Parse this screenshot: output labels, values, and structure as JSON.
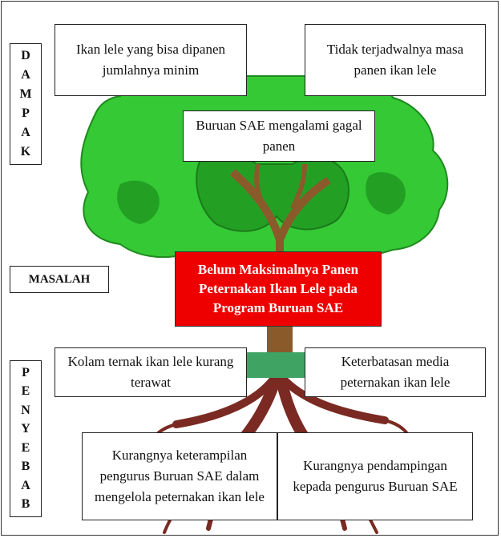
{
  "colors": {
    "leaf_light": "#35c935",
    "leaf_dark": "#23a023",
    "trunk": "#8a5a2b",
    "root": "#7a2a22",
    "band": "#3fa364",
    "problem_bg": "#ee0000"
  },
  "labels": {
    "dampak": [
      "D",
      "A",
      "M",
      "P",
      "A",
      "K"
    ],
    "masalah": "MASALAH",
    "penyebab": [
      "P",
      "E",
      "N",
      "Y",
      "E",
      "B",
      "A",
      "B"
    ]
  },
  "dampak": {
    "box1": "Ikan lele yang bisa dipanen jumlahnya minim",
    "box2": "Tidak terjadwalnya masa panen ikan lele",
    "box3": "Buruan SAE mengalami gagal panen"
  },
  "masalah": {
    "text": "Belum Maksimalnya Panen Peternakan Ikan Lele pada Program Buruan SAE"
  },
  "penyebab": {
    "box1": "Kolam ternak ikan lele kurang terawat",
    "box2": "Keterbatasan media peternakan ikan lele",
    "box3": "Kurangnya keterampilan pengurus Buruan SAE dalam mengelola peternakan ikan lele",
    "box4": "Kurangnya pendampingan kepada pengurus Buruan SAE"
  }
}
